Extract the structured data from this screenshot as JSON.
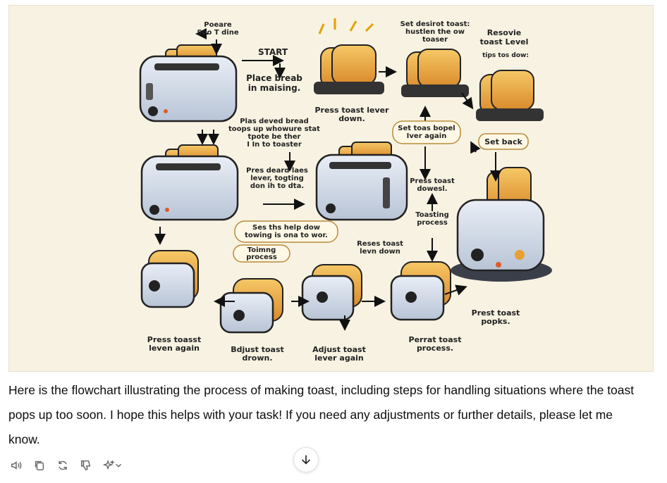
{
  "flowchart": {
    "labels": {
      "prepare": "Poeare\nSoo T dine",
      "start": "START",
      "place_bread": "Place breab\nin maising.",
      "press_lever": "Press toast lever\ndown.",
      "set_desired": "Set desirot toast:\nhustlen the ow\ntoaser",
      "resolve": "Resovie\ntoast Level",
      "tips": "tips tos dow:",
      "plas_deved": "Plas deved bread\ntoops up whowure stat\ntpote be ther\nI In to toaster",
      "set_toast_lever": "Set toas bopel\nIver again",
      "set_back": "Set back",
      "pres_deard": "Pres deard laes\nlever, togting\ndon ih to dta.",
      "press_toast_dowesl": "Press toast\ndowesl.",
      "toasting_process": "Toasting\nprocess",
      "sets_help": "Ses ths help dow\ntowing is ona to wor.",
      "toiming": "Toimng\nprocess",
      "reses": "Reses toast\nlevn down",
      "press_again": "Press toasst\nleven again",
      "bdjust": "Bdjust toast\ndrown.",
      "adjust_again": "Adjust toast\nlever again",
      "perrat": "Perrat toast\nprocess.",
      "prest_popks": "Prest toast\npopks."
    }
  },
  "message": {
    "text": "Here is the flowchart illustrating the process of making toast, including steps for handling situations where the toast pops up too soon. I hope this helps with your task! If you need any adjustments or further details, please let me know."
  },
  "actions": {
    "icons": [
      "speaker-icon",
      "copy-icon",
      "regenerate-icon",
      "thumbs-down-icon",
      "sparkle-icon",
      "chevron-down-icon"
    ]
  },
  "scroll_button": {
    "icon": "arrow-down-icon"
  }
}
